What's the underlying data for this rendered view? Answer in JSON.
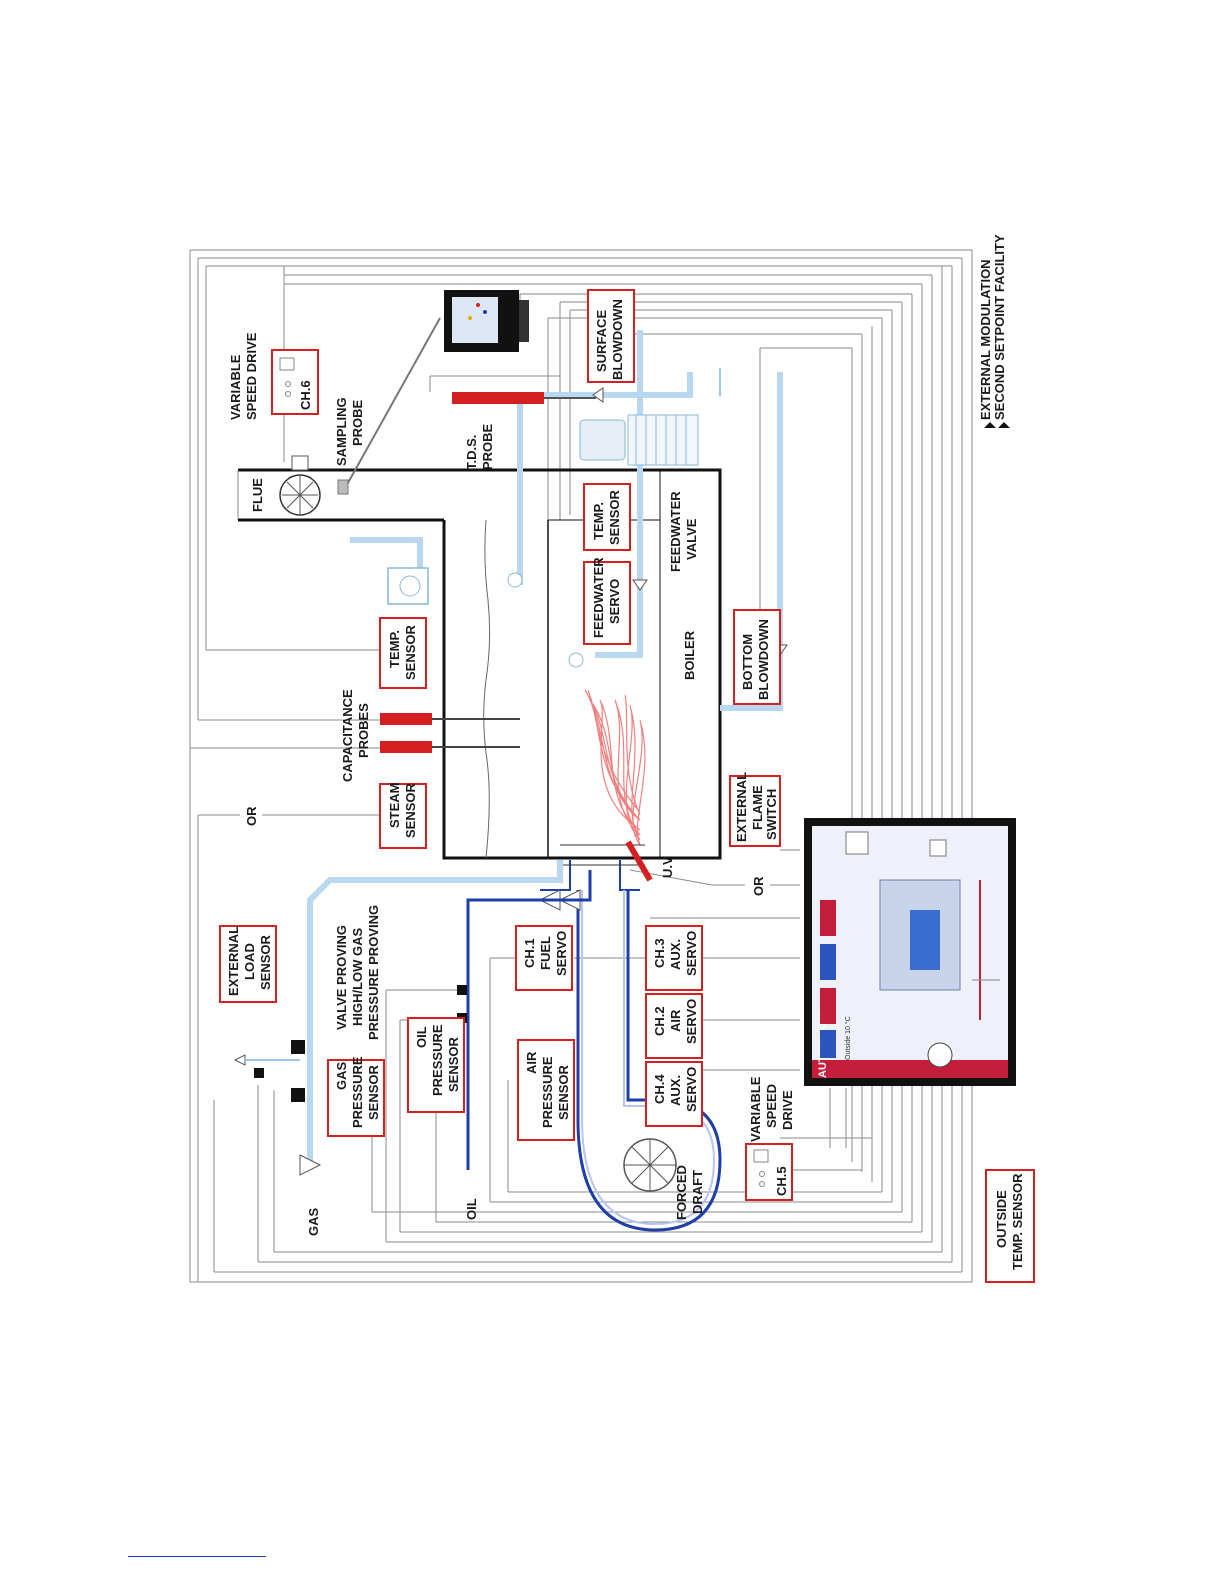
{
  "labels": {
    "external_modulation": "EXTERNAL MODULATION",
    "second_setpoint": "SECOND SETPOINT FACILITY",
    "outside_temp_1": "OUTSIDE",
    "outside_temp_2": "TEMP. SENSOR",
    "vsd_top_1": "VARIABLE",
    "vsd_top_2": "SPEED DRIVE",
    "ch6": "CH.6",
    "sampling_1": "SAMPLING",
    "sampling_2": "PROBE",
    "flue": "FLUE",
    "tds_1": "T.D.S.",
    "tds_2": "PROBE",
    "surface_1": "SURFACE",
    "surface_2": "BLOWDOWN",
    "temp_sensor_a_1": "TEMP.",
    "temp_sensor_a_2": "SENSOR",
    "feedwater_valve_1": "FEEDWATER",
    "feedwater_valve_2": "VALVE",
    "feedwater_servo_1": "FEEDWATER",
    "feedwater_servo_2": "SERVO",
    "temp_sensor_b_1": "TEMP.",
    "temp_sensor_b_2": "SENSOR",
    "boiler": "BOILER",
    "bottom_1": "BOTTOM",
    "bottom_2": "BLOWDOWN",
    "capacitance_1": "CAPACITANCE",
    "capacitance_2": "PROBES",
    "steam_1": "STEAM",
    "steam_2": "SENSOR",
    "or_top": "OR",
    "or_bottom": "OR",
    "ext_flame_1": "EXTERNAL",
    "ext_flame_2": "FLAME",
    "ext_flame_3": "SWITCH",
    "uv": "U.V",
    "ext_load_1": "EXTERNAL",
    "ext_load_2": "LOAD",
    "ext_load_3": "SENSOR",
    "valve_proving_1": "VALVE PROVING",
    "valve_proving_2": "HIGH/LOW GAS",
    "valve_proving_3": "PRESSURE PROVING",
    "ch1_1": "CH.1",
    "ch1_2": "FUEL",
    "ch1_3": "SERVO",
    "ch3_1": "CH.3",
    "ch3_2": "AUX.",
    "ch3_3": "SERVO",
    "ch2_1": "CH.2",
    "ch2_2": "AIR",
    "ch2_3": "SERVO",
    "ch4_1": "CH.4",
    "ch4_2": "AUX.",
    "ch4_3": "SERVO",
    "gas_ps_1": "GAS",
    "gas_ps_2": "PRESSURE",
    "gas_ps_3": "SENSOR",
    "oil_ps_1": "OIL",
    "oil_ps_2": "PRESSURE",
    "oil_ps_3": "SENSOR",
    "air_ps_1": "AIR",
    "air_ps_2": "PRESSURE",
    "air_ps_3": "SENSOR",
    "vsd_bottom_1": "VARIABLE",
    "vsd_bottom_2": "SPEED",
    "vsd_bottom_3": "DRIVE",
    "ch5": "CH.5",
    "forced_1": "FORCED",
    "forced_2": "DRAFT",
    "gas": "GAS",
    "oil": "OIL",
    "autoflame_brand": "AUTOFLAME",
    "outside_reading": "Outside 10 °C"
  },
  "colors": {
    "accent_red": "#d42020",
    "fuel_line_blue": "#1f3ea8",
    "water_pipe": "#9cc7e8",
    "flame": "#f08080",
    "controller_screen": "#eef1fa"
  }
}
